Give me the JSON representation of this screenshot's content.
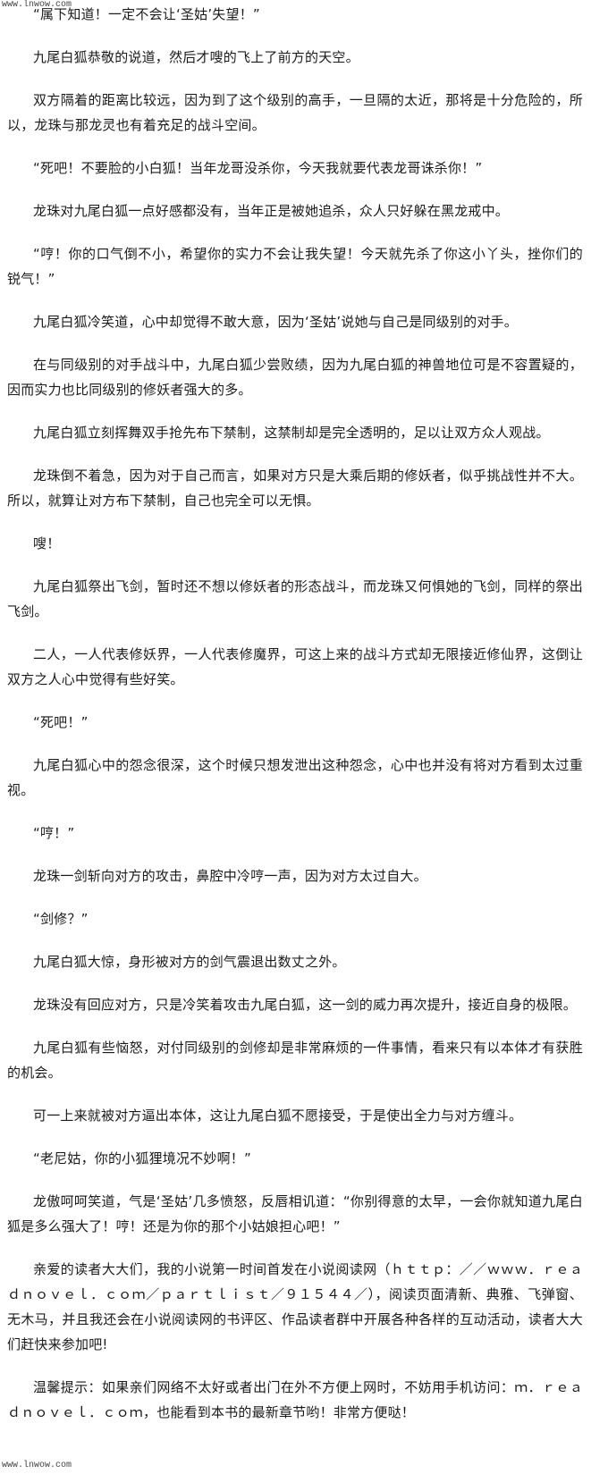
{
  "watermark": {
    "top": "www.lnwow.com",
    "bottom": "www.lnwow.com"
  },
  "paragraphs": [
    "“属下知道！一定不会让‘圣姑’失望！”",
    "九尾白狐恭敬的说道，然后才嗖的飞上了前方的天空。",
    "双方隔着的距离比较远，因为到了这个级别的高手，一旦隔的太近，那将是十分危险的，所以，龙珠与那龙灵也有着充足的战斗空间。",
    "“死吧！不要脸的小白狐！当年龙哥没杀你，今天我就要代表龙哥诛杀你！”",
    "龙珠对九尾白狐一点好感都没有，当年正是被她追杀，众人只好躲在黑龙戒中。",
    "“哼！你的口气倒不小，希望你的实力不会让我失望！今天就先杀了你这小丫头，挫你们的锐气！”",
    "九尾白狐冷笑道，心中却觉得不敢大意，因为‘圣姑’说她与自己是同级别的对手。",
    "在与同级别的对手战斗中，九尾白狐少尝败绩，因为九尾白狐的神兽地位可是不容置疑的，因而实力也比同级别的修妖者强大的多。",
    "九尾白狐立刻挥舞双手抢先布下禁制，这禁制却是完全透明的，足以让双方众人观战。",
    "龙珠倒不着急，因为对于自己而言，如果对方只是大乘后期的修妖者，似乎挑战性并不大。所以，就算让对方布下禁制，自己也完全可以无惧。",
    "嗖！",
    "九尾白狐祭出飞剑，暂时还不想以修妖者的形态战斗，而龙珠又何惧她的飞剑，同样的祭出飞剑。",
    "二人，一人代表修妖界，一人代表修魔界，可这上来的战斗方式却无限接近修仙界，这倒让双方之人心中觉得有些好笑。",
    "“死吧！”",
    "九尾白狐心中的怨念很深，这个时候只想发泄出这种怨念，心中也并没有将对方看到太过重视。",
    "“哼！”",
    "龙珠一剑斩向对方的攻击，鼻腔中冷哼一声，因为对方太过自大。",
    "“剑修？”",
    "九尾白狐大惊，身形被对方的剑气震退出数丈之外。",
    "龙珠没有回应对方，只是冷笑着攻击九尾白狐，这一剑的威力再次提升，接近自身的极限。",
    "九尾白狐有些恼怒，对付同级别的剑修却是非常麻烦的一件事情，看来只有以本体才有获胜的机会。",
    "可一上来就被对方逼出本体，这让九尾白狐不愿接受，于是使出全力与对方缠斗。",
    "“老尼姑，你的小狐狸境况不妙啊！”",
    "龙傲呵呵笑道，气是‘圣姑’几多愤怒，反唇相讥道：“你别得意的太早，一会你就知道九尾白狐是多么强大了！哼！还是为你的那个小姑娘担心吧！”",
    "亲爱的读者大大们，我的小说第一时间首发在小说阅读网（ｈｔｔｐ：／／ｗｗｗ．ｒｅａｄｎｏｖｅｌ．ｃｏｍ／ｐａｒｔｌｉｓｔ／９１５４４／），阅读页面清新、典雅、飞弹窗、无木马，并且我还会在小说阅读网的书评区、作品读者群中开展各种各样的互动活动，读者大大们赶快来参加吧!",
    "温馨提示：如果亲们网络不太好或者出门在外不方便上网时，不妨用手机访问：ｍ．ｒｅａｄｎｏｖｅｌ．ｃｏｍ，也能看到本书的最新章节哟！非常方便哒！"
  ]
}
